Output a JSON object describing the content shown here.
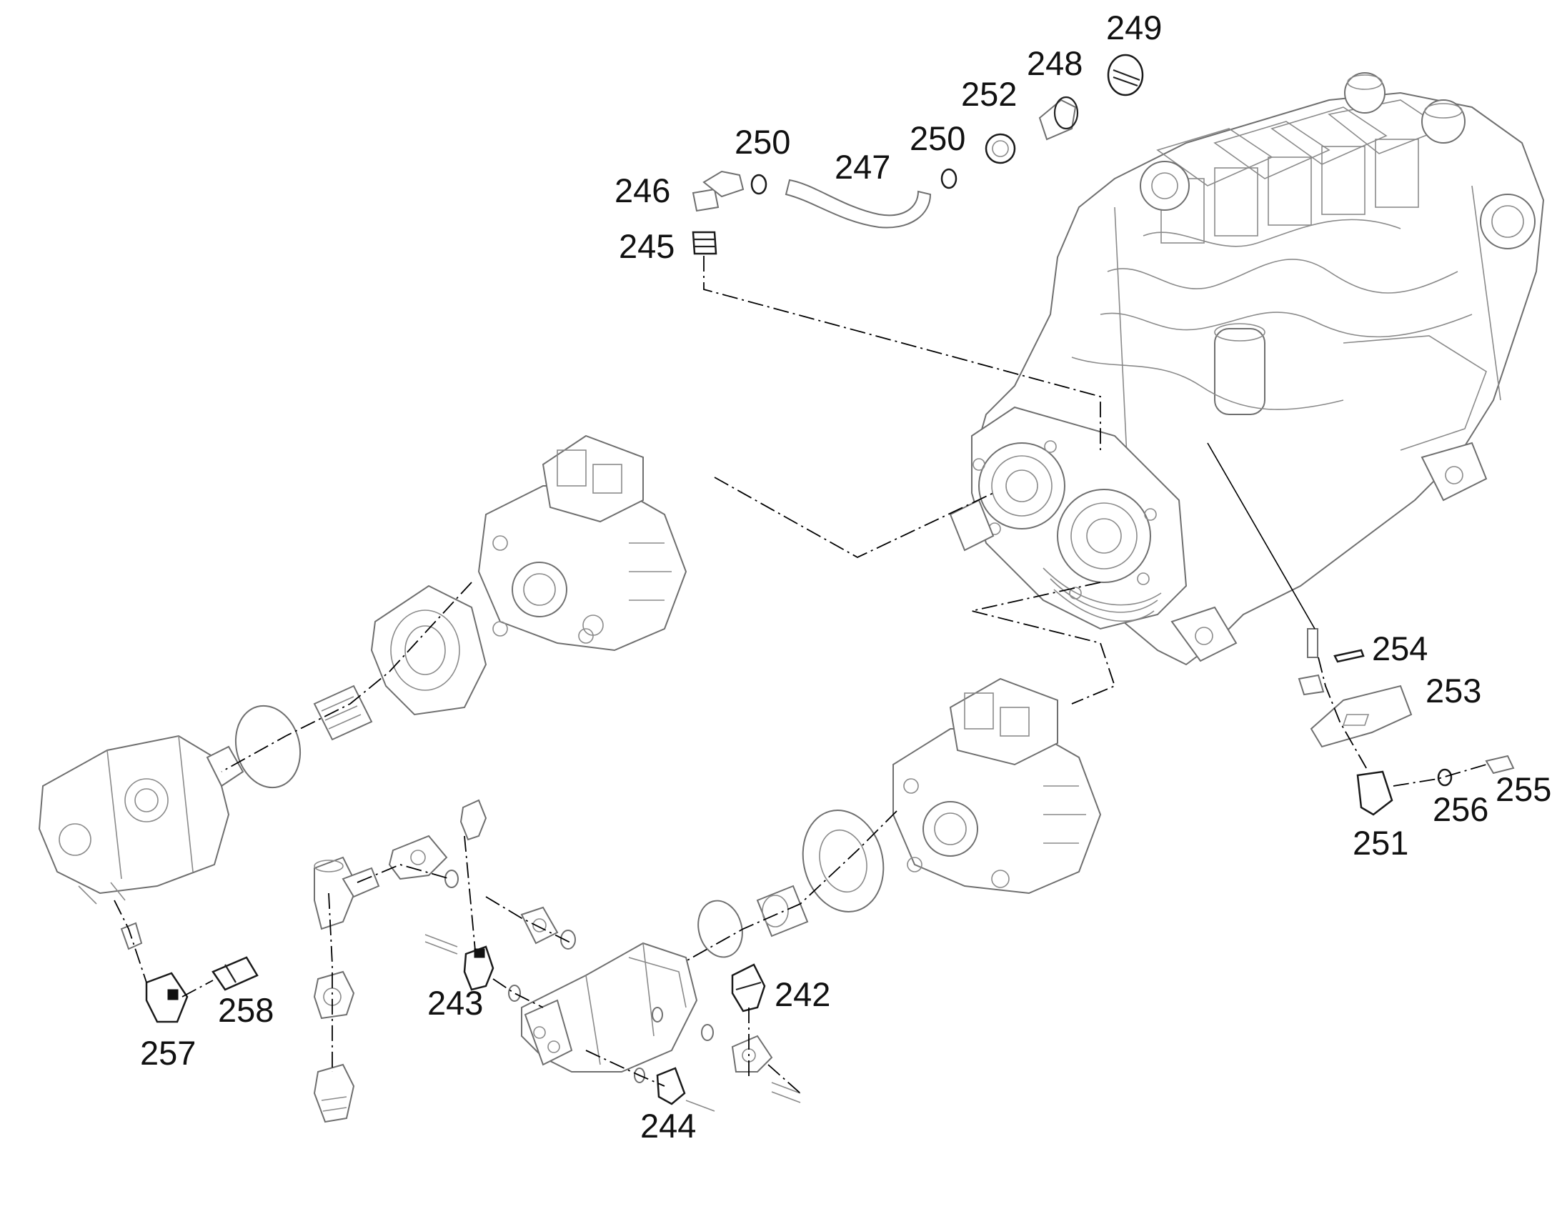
{
  "callouts": [
    {
      "id": "c249",
      "text": "249"
    },
    {
      "id": "c248",
      "text": "248"
    },
    {
      "id": "c252",
      "text": "252"
    },
    {
      "id": "c250a",
      "text": "250"
    },
    {
      "id": "c250b",
      "text": "250"
    },
    {
      "id": "c247",
      "text": "247"
    },
    {
      "id": "c246",
      "text": "246"
    },
    {
      "id": "c245",
      "text": "245"
    },
    {
      "id": "c254",
      "text": "254"
    },
    {
      "id": "c253",
      "text": "253"
    },
    {
      "id": "c255",
      "text": "255"
    },
    {
      "id": "c256",
      "text": "256"
    },
    {
      "id": "c251",
      "text": "251"
    },
    {
      "id": "c242",
      "text": "242"
    },
    {
      "id": "c243",
      "text": "243"
    },
    {
      "id": "c244",
      "text": "244"
    },
    {
      "id": "c257",
      "text": "257"
    },
    {
      "id": "c258",
      "text": "258"
    }
  ]
}
